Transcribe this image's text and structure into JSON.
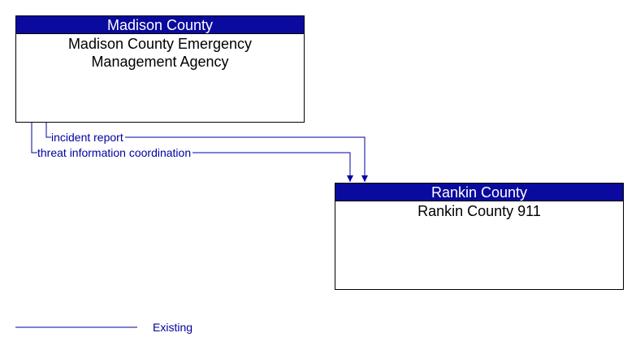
{
  "nodes": {
    "madison": {
      "header": "Madison County",
      "name_line1": "Madison County Emergency",
      "name_line2": "Management Agency"
    },
    "rankin": {
      "header": "Rankin County",
      "name_line1": "Rankin County 911"
    }
  },
  "flows": {
    "incident_report": "incident report",
    "threat_coordination": "threat information coordination"
  },
  "legend": {
    "existing": "Existing"
  },
  "colors": {
    "header_fill": "#0a0a9e",
    "flow_line": "#0000a0",
    "border": "#000000"
  }
}
